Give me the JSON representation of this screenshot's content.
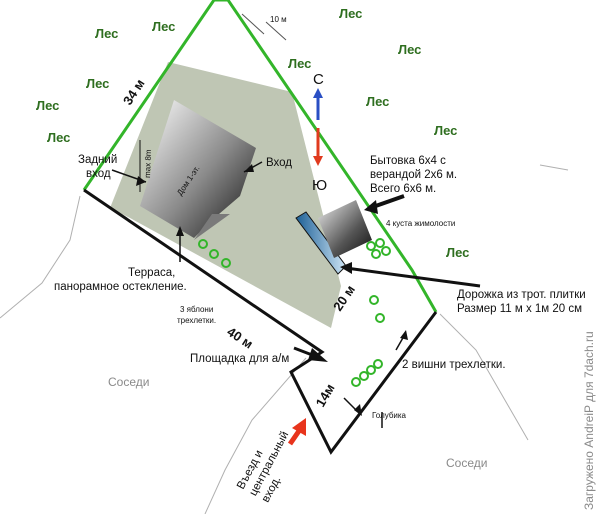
{
  "forest_label": "Лес",
  "dimensions": {
    "d34": "34 м",
    "d40": "40 м",
    "d20": "20 м",
    "d14": "14м",
    "d10": "10 м",
    "house_width": "max 8m"
  },
  "compass": {
    "north": "С",
    "south": "Ю"
  },
  "labels": {
    "back_entrance_l1": "Задний",
    "back_entrance_l2": "вход",
    "entrance": "Вход",
    "house": "Дом 1-эт.",
    "shed_l1": "Бытовка 6х4 с",
    "shed_l2": "верандой  2х6 м.",
    "shed_l3": "Всего 6х6 м.",
    "honeysuckle": "4 куста жимолости",
    "terrace_l1": "Терраса,",
    "terrace_l2": "панорамное остекление.",
    "apples_l1": "3 яблони",
    "apples_l2": "трехлетки.",
    "path_l1": "Дорожка из трот. плитки",
    "path_l2": "Размер 11 м х 1м 20 см",
    "parking": "Площадка для а/м",
    "cherries": "2 вишни трехлетки.",
    "blueberry": "Голубика",
    "neighbors": "Соседи",
    "entry_l1": "Въезд и",
    "entry_l2": "центральный",
    "entry_l3": "вход."
  },
  "watermark": "Загружено AndreiP для 7dach.ru",
  "colors": {
    "forest": "#2e6e1f",
    "fence": "#33b52a",
    "boundary": "#111111",
    "house_area": "#bfc6b4",
    "plant": "#33b52a",
    "compass_north": "#2a4fc4",
    "compass_south": "#e03a1e",
    "entry_arrow": "#e8341c",
    "path": "#3a7fb5"
  }
}
